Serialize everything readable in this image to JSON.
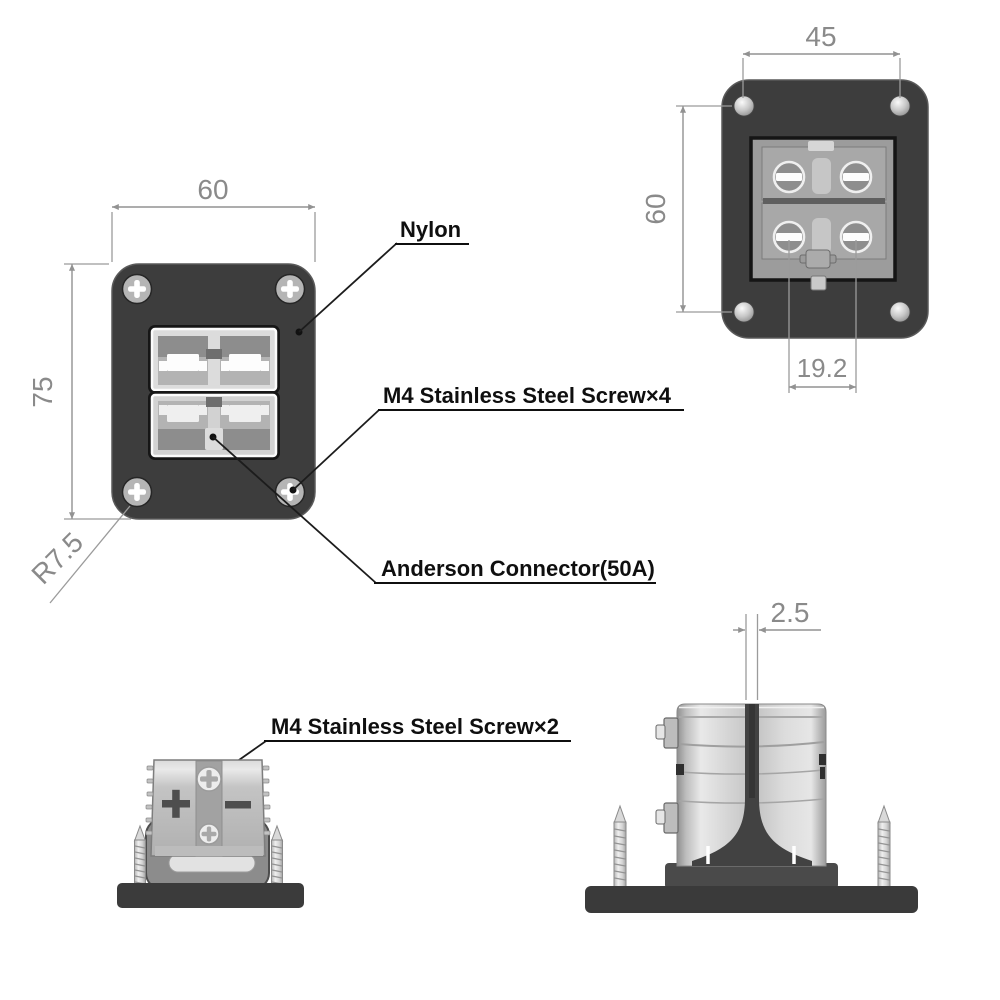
{
  "drawing": {
    "callouts": {
      "nylon": "Nylon",
      "m4_screw_x4": "M4 Stainless Steel Screw×4",
      "anderson_connector": "Anderson Connector(50A)",
      "m4_screw_x2": "M4 Stainless Steel Screw×2"
    },
    "dimensions": {
      "front_width": "60",
      "front_height": "75",
      "corner_radius": "R7.5",
      "back_hole_spacing_x": "45",
      "back_hole_spacing_y": "60",
      "terminal_pitch": "19.2",
      "rib_thickness": "2.5"
    },
    "markings": {
      "positive": "+",
      "negative": "−"
    },
    "colors": {
      "background": "#ffffff",
      "panel_dark": "#3d3d3d",
      "dimension_line": "#929292",
      "dimension_text": "#8a8a8a",
      "callout_text": "#0f0f0f",
      "connector_light": "#d9d9d9",
      "connector_mid": "#b3b3b3",
      "connector_dark": "#8f8f8f",
      "rib_dark": "#424242"
    }
  }
}
